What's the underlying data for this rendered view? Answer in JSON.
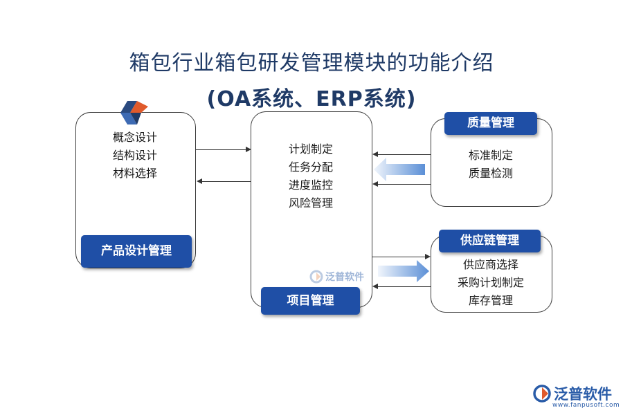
{
  "title": {
    "line1": "箱包行业箱包研发管理模块的功能介绍",
    "line2": "(OA系统、ERP系统)"
  },
  "product_design": {
    "label": "产品设计管理",
    "items": [
      "概念设计",
      "结构设计",
      "材料选择"
    ]
  },
  "project": {
    "label": "项目管理",
    "items": [
      "计划制定",
      "任务分配",
      "进度监控",
      "风险管理"
    ]
  },
  "quality": {
    "label": "质量管理",
    "items": [
      "标准制定",
      "质量检测"
    ]
  },
  "supply_chain": {
    "label": "供应链管理",
    "items": [
      "供应商选择",
      "采购计划制定",
      "库存管理"
    ]
  },
  "watermark": {
    "center_text": "泛普软件",
    "corner_text": "泛普软件",
    "corner_url": "www.fanpusoft.com"
  },
  "colors": {
    "label_bg": "#1f4fa6",
    "title": "#1f3a66",
    "arrow_fill": "#5b8fd6"
  },
  "icons": [
    "fanpu-logo-icon"
  ]
}
